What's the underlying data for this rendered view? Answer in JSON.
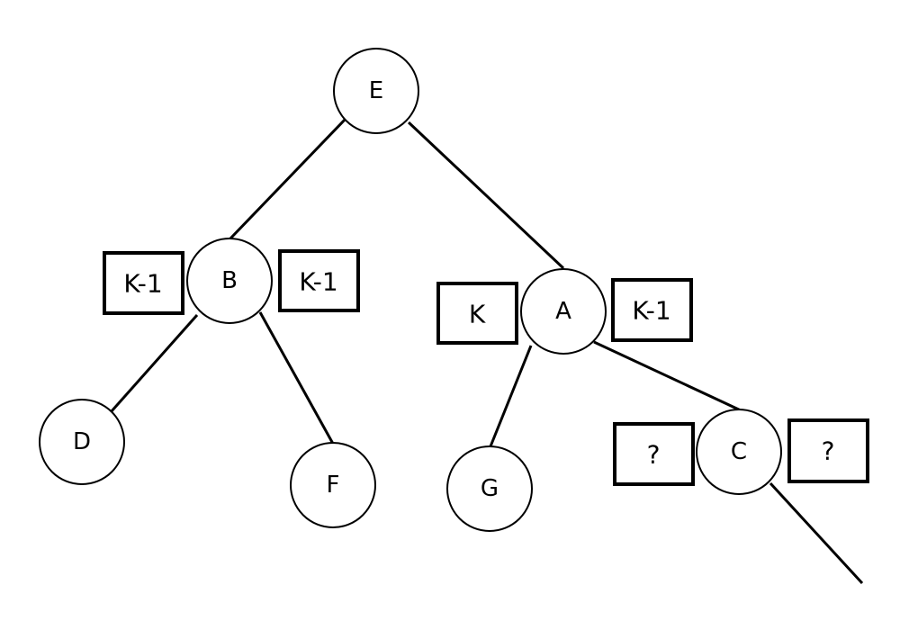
{
  "diagram": {
    "nodes": [
      {
        "id": "E",
        "label": "E"
      },
      {
        "id": "B",
        "label": "B"
      },
      {
        "id": "A",
        "label": "A"
      },
      {
        "id": "D",
        "label": "D"
      },
      {
        "id": "F",
        "label": "F"
      },
      {
        "id": "G",
        "label": "G"
      },
      {
        "id": "C",
        "label": "C"
      }
    ],
    "edges": [
      {
        "from": "E",
        "to": "B"
      },
      {
        "from": "E",
        "to": "A"
      },
      {
        "from": "B",
        "to": "D"
      },
      {
        "from": "B",
        "to": "F"
      },
      {
        "from": "A",
        "to": "G"
      },
      {
        "from": "A",
        "to": "C"
      },
      {
        "from": "C",
        "to": "subtree"
      }
    ],
    "height_labels": [
      {
        "node": "B",
        "side": "left",
        "text": "K-1"
      },
      {
        "node": "B",
        "side": "right",
        "text": "K-1"
      },
      {
        "node": "A",
        "side": "left",
        "text": "K"
      },
      {
        "node": "A",
        "side": "right",
        "text": "K-1"
      },
      {
        "node": "C",
        "side": "left",
        "text": "?"
      },
      {
        "node": "C",
        "side": "right",
        "text": "?"
      }
    ]
  }
}
